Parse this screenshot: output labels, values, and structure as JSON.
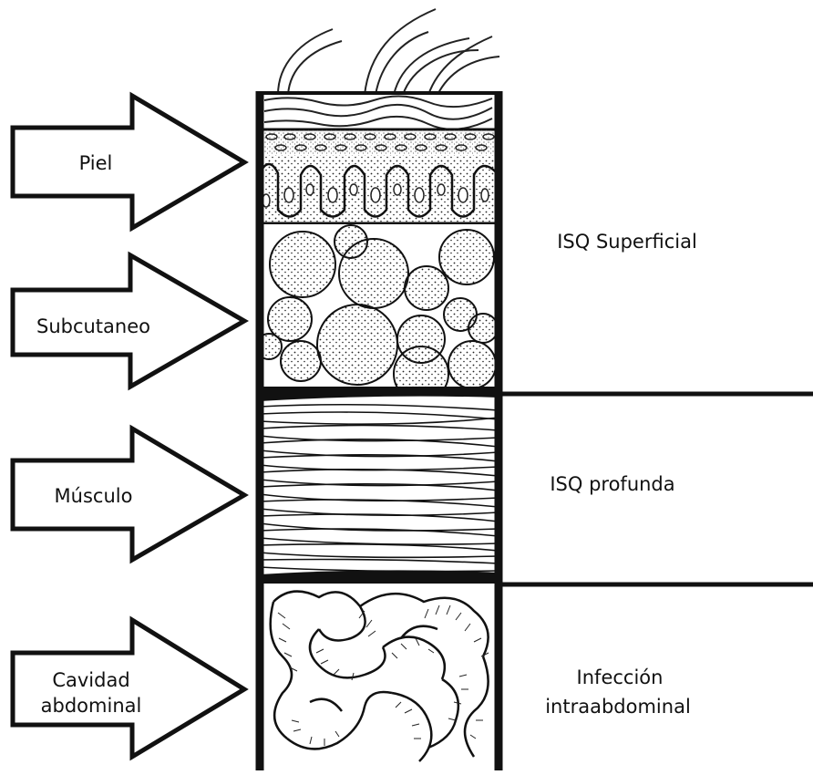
{
  "layers": [
    {
      "id": "piel",
      "label": "Piel"
    },
    {
      "id": "subcutaneo",
      "label": "Subcutaneo"
    },
    {
      "id": "musculo",
      "label": "Músculo"
    },
    {
      "id": "cavidad",
      "label_line1": "Cavidad",
      "label_line2": "abdominal"
    }
  ],
  "zones": {
    "superficial": "ISQ Superficial",
    "profunda": "ISQ profunda",
    "intra_line1": "Infección",
    "intra_line2": "intraabdominal"
  }
}
